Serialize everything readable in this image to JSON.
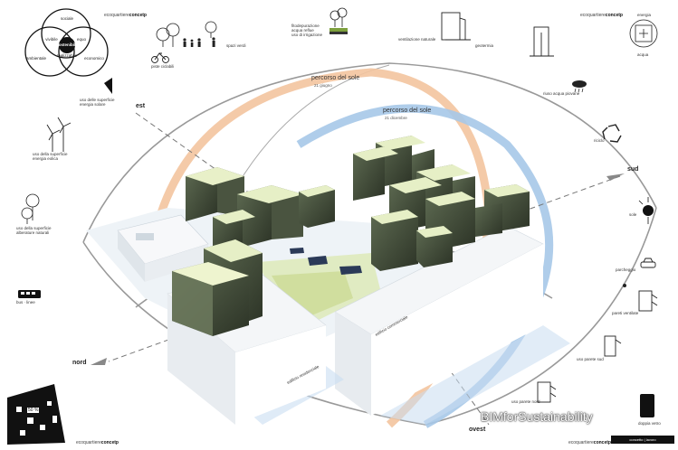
{
  "scene": {
    "directions": {
      "est": "est",
      "sud": "sud",
      "nord": "nord",
      "ovest": "ovest"
    },
    "arcs": [
      {
        "title": "percorso del sole",
        "subtitle": "21 giugno",
        "color": "#f0b888"
      },
      {
        "title": "percorso del sole",
        "subtitle": "21 dicembre",
        "color": "#9cc3e6"
      }
    ],
    "watermark": "BIMforSustainability"
  },
  "venn": {
    "top": "sociale",
    "left": "ambientale",
    "right": "economico",
    "inner_left": "vivibile",
    "inner_right": "equo",
    "inner_bottom": "realizzabile",
    "center": "sostenibile"
  },
  "brands": {
    "top_left": {
      "prefix": "ecoquartiere",
      "bold": "concetp"
    },
    "top_right": {
      "prefix": "ecoquartiere",
      "bold": "concetp"
    },
    "bottom_left": {
      "prefix": "ecoquartiere",
      "bold": "concetp"
    },
    "bottom_right": {
      "prefix": "ecoquartiere",
      "bold": "concetp"
    }
  },
  "labels": {
    "park": "spazi verdi",
    "bike": "piste ciclabili",
    "fitodepurazione": "fitodepurazione\nacqua reflue\nuso di irrigazione",
    "ventilazione": "ventilazione naturale",
    "geotermia": "geotermia",
    "energia": "energia",
    "acqua": "acqua",
    "riciclo": "riciclo",
    "superficie": "uso delle superficie\nenergia solare",
    "eolico": "uso della superficie\nenergia eolica",
    "alberature": "uso della superficie\nalberature naturali",
    "bus": "bus · linee",
    "pioggia": "riuso acqua piovane",
    "sole": "sole",
    "parcheggio": "parcheggio",
    "pareti": "pareti ventilate",
    "parete_sud": "uso parete sud",
    "parete_nord": "uso parete nord",
    "doppia": "doppia vetro",
    "edificio_1": "edificio residenziale",
    "edificio_2": "edificio commerciale"
  },
  "land_use": {
    "percent": "50 %"
  },
  "footer": {
    "box": "concetto | lavoro"
  }
}
